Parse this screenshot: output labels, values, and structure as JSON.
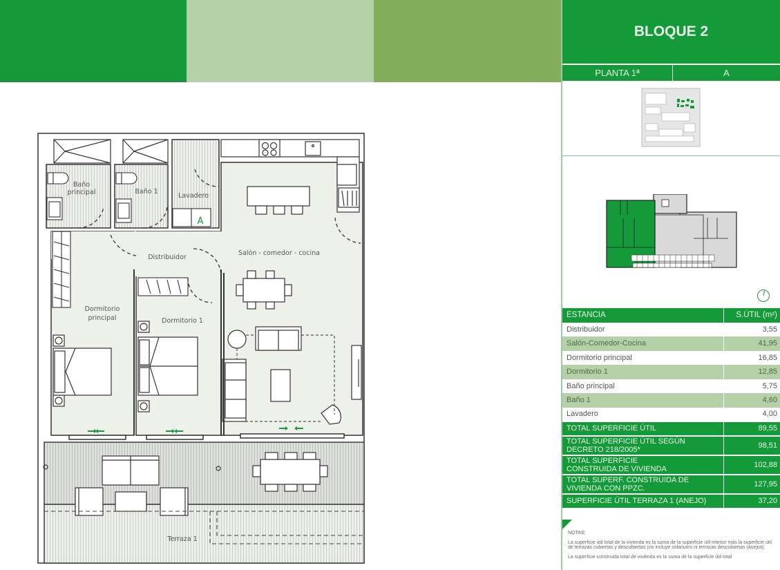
{
  "header": {
    "block_title": "BLOQUE 2",
    "floor": "PLANTA 1ª",
    "unit": "A",
    "band_colors": [
      "#159a3a",
      "#b4d0a7",
      "#82ae5c"
    ]
  },
  "plan": {
    "rooms": {
      "bano_principal": "Baño principal",
      "bano_principal_l1": "Baño",
      "bano_principal_l2": "principal",
      "bano_1": "Baño 1",
      "lavadero": "Lavadero",
      "distribuidor": "Distribuidor",
      "salon": "Salón - comedor - cocina",
      "dorm_principal_l1": "Dormitorio",
      "dorm_principal_l2": "principal",
      "dorm_1": "Dormitorio 1",
      "terraza": "Terraza 1"
    },
    "unit_marker": "A",
    "entry_arrow": "entry-arrow-icon",
    "accent_color": "#159a3a"
  },
  "table": {
    "headers": {
      "room": "ESTANCIA",
      "area": "S.ÚTIL (m²)"
    },
    "rows": [
      {
        "room": "Distribuidor",
        "area": "3,55"
      },
      {
        "room": "Salón-Comedor-Cocina",
        "area": "41,95"
      },
      {
        "room": "Dormitorio principal",
        "area": "16,85"
      },
      {
        "room": "Dormitorio 1",
        "area": "12,85"
      },
      {
        "room": "Baño principal",
        "area": "5,75"
      },
      {
        "room": "Baño 1",
        "area": "4,60"
      },
      {
        "room": "Lavadero",
        "area": "4,00"
      }
    ],
    "totals": [
      {
        "label_l1": "TOTAL SUPERFICIE ÚTIL",
        "label_l2": "",
        "value": "89,55"
      },
      {
        "label_l1": "TOTAL SUPERFICIE ÚTIL SEGÚN",
        "label_l2": "DECRETO 218/2005*",
        "value": "98,51"
      },
      {
        "label_l1": "TOTAL SUPERFICIE",
        "label_l2": "CONSTRUIDA DE VIVIENDA",
        "value": "102,88"
      },
      {
        "label_l1": "TOTAL SUPERF. CONSTRUIDA DE",
        "label_l2": "VIVIENDA CON PPZC.",
        "value": "127,95"
      },
      {
        "label_l1": "SUPERFICIE ÚTIL TERRAZA 1 (ANEJO)",
        "label_l2": "",
        "value": "37,20"
      }
    ]
  },
  "notes": {
    "title": "NOTAS:",
    "paragraphs": [
      "La superficie útil total de la vivienda es la suma de la superficie útil interior más la superficie útil de terrazas cubiertas y descubiertas (no incluye solariums ni terrazas descubiertas (anejos).",
      "La superficie construida total de vivienda es la suma de la superficie útil total"
    ]
  }
}
